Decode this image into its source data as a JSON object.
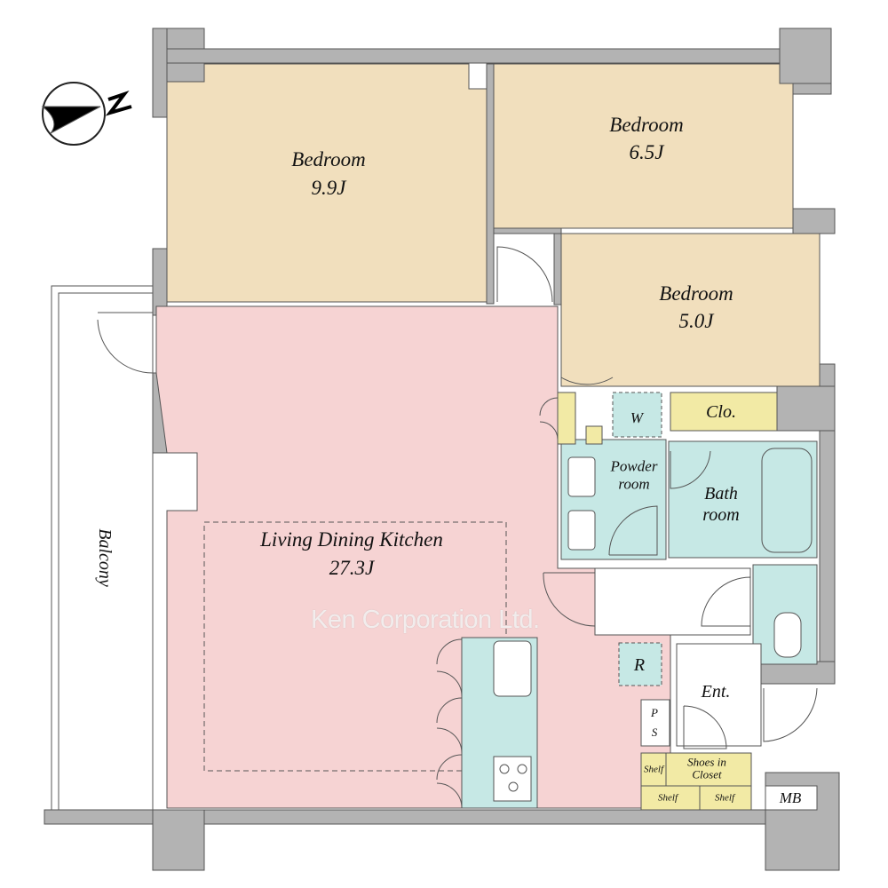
{
  "rooms": {
    "bedroom1": {
      "name": "Bedroom",
      "size": "9.9J"
    },
    "bedroom2": {
      "name": "Bedroom",
      "size": "6.5J"
    },
    "bedroom3": {
      "name": "Bedroom",
      "size": "5.0J"
    },
    "ldk": {
      "name": "Living Dining Kitchen",
      "size": "27.3J"
    },
    "closet": "Clo.",
    "washer": "W",
    "powder": "Powder room",
    "bath": "Bath room",
    "fridge": "R",
    "entrance": "Ent.",
    "ps_p": "P",
    "ps_s": "S",
    "shoes": "Shoes in Closet",
    "shelf1": "Shelf",
    "shelf2": "Shelf",
    "shelf3": "Shelf",
    "mb": "MB",
    "balcony": "Balcony"
  },
  "compass": {
    "label": "N"
  },
  "watermark": "Ken Corporation Ltd.",
  "colors": {
    "wall": "#b3b3b3",
    "bedroom": "#f1dfbd",
    "ldk": "#f6d3d3",
    "wet": "#c6e8e5",
    "storage": "#f2eaa5"
  }
}
